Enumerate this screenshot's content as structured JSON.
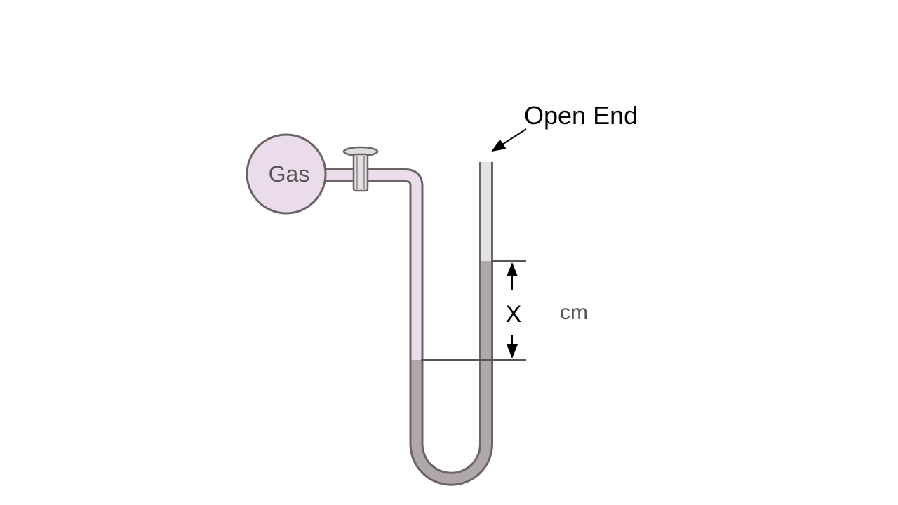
{
  "diagram": {
    "bulb_label": "Gas",
    "open_end_label": "Open End",
    "height_label": "X",
    "unit_label": "cm",
    "colors": {
      "gas": "#eadcea",
      "mercury": "#b0a8a8",
      "air": "#e2e2e2",
      "tube_wall": "#6b6464"
    }
  }
}
